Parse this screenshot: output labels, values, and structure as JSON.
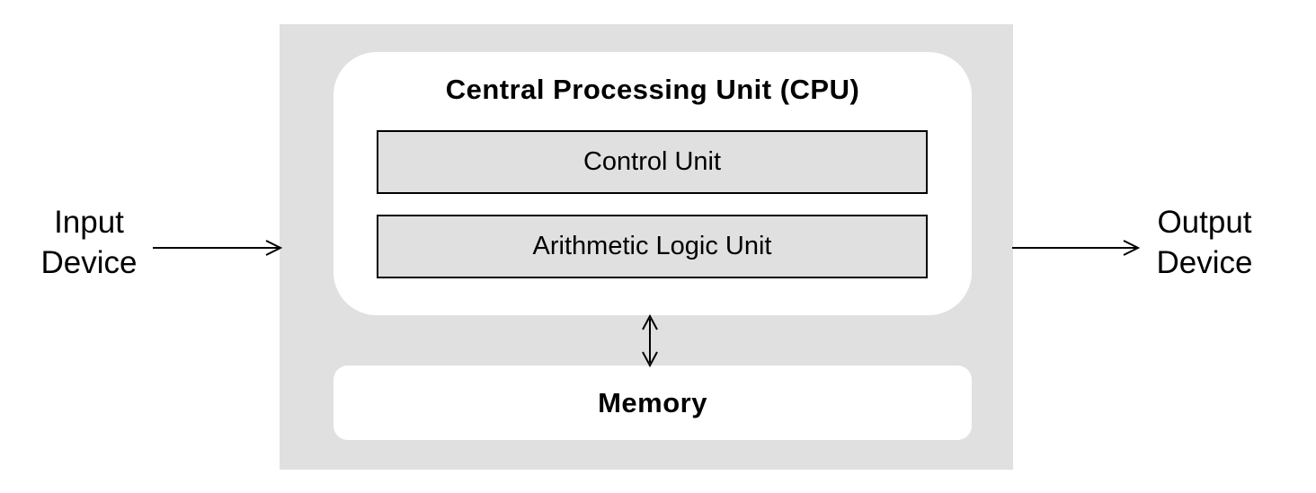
{
  "diagram": {
    "system_block": {
      "cpu": {
        "title": "Central Processing Unit (CPU)",
        "boxes": [
          {
            "label": "Control Unit"
          },
          {
            "label": "Arithmetic Logic Unit"
          }
        ]
      },
      "memory": {
        "label": "Memory"
      }
    },
    "input_device": {
      "label": "Input Device"
    },
    "output_device": {
      "label": "Output Device"
    },
    "arrows": [
      {
        "name": "input-to-system-arrow",
        "direction": "right",
        "from": "Input Device",
        "to": "system block"
      },
      {
        "name": "system-to-output-arrow",
        "direction": "right",
        "from": "system block",
        "to": "Output Device"
      },
      {
        "name": "cpu-memory-arrow",
        "direction": "both",
        "from": "Central Processing Unit (CPU)",
        "to": "Memory"
      }
    ],
    "colors": {
      "block_gray": "#e0e0e0",
      "inner_box_fill": "#e0e0e0",
      "surface_white": "#ffffff",
      "outline": "#000000"
    }
  }
}
